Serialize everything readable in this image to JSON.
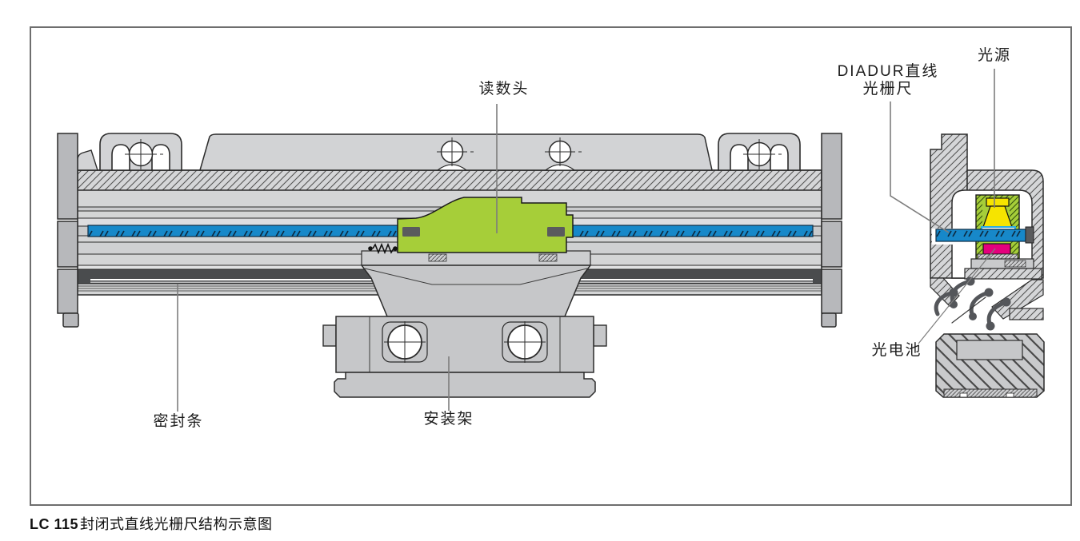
{
  "figure": {
    "caption": {
      "model": "LC 115",
      "text": "封闭式直线光栅尺结构示意图"
    },
    "labels": {
      "reading_head": "读数头",
      "scale_line1": "DIADUR直线",
      "scale_line2": "光栅尺",
      "light_source": "光源",
      "photocell": "光电池",
      "sealing_strip": "密封条",
      "mounting_bracket": "安装架"
    },
    "colors": {
      "scale_blue": "#1788C9",
      "reading_head_green": "#A6CE39",
      "lamp_yellow": "#F6E400",
      "photocell_magenta": "#E5007D",
      "lens_blue": "#29ABE2",
      "sealing_strip_dark": "#4A4C4E"
    }
  }
}
